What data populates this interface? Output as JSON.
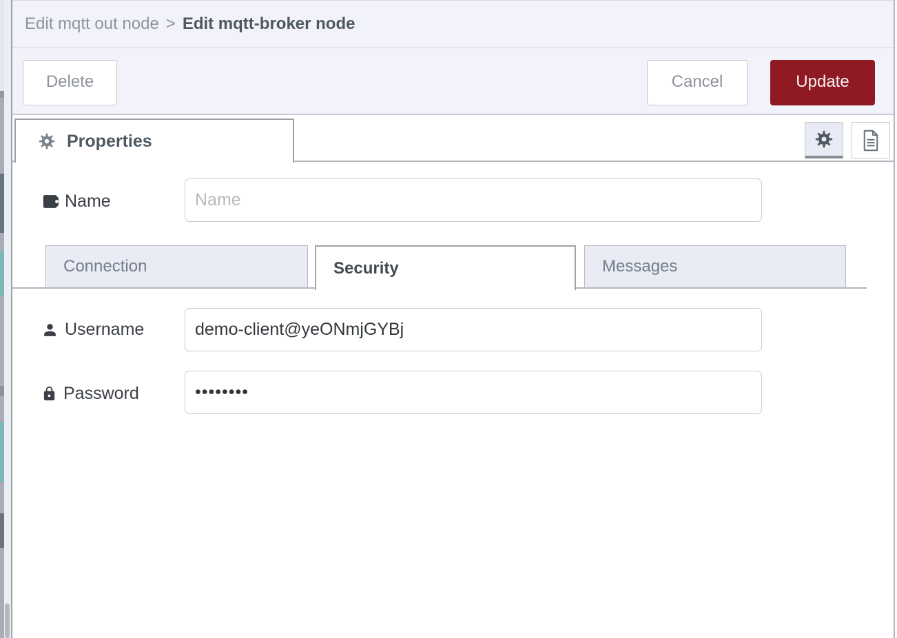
{
  "breadcrumb": {
    "parent": "Edit mqtt out node",
    "separator": ">",
    "current": "Edit mqtt-broker node"
  },
  "toolbar": {
    "delete_label": "Delete",
    "cancel_label": "Cancel",
    "update_label": "Update"
  },
  "panel": {
    "properties_tab_label": "Properties"
  },
  "form": {
    "name": {
      "label": "Name",
      "placeholder": "Name",
      "value": ""
    },
    "tabs": [
      {
        "label": "Connection",
        "active": false
      },
      {
        "label": "Security",
        "active": true
      },
      {
        "label": "Messages",
        "active": false
      }
    ],
    "username": {
      "label": "Username",
      "value": "demo-client@yeONmjGYBj"
    },
    "password": {
      "label": "Password",
      "value": "••••••••"
    }
  },
  "icons": {
    "properties_tab": "gear-icon",
    "panel_settings": "gear-icon",
    "panel_info": "document-icon",
    "name_field": "tag-icon",
    "username_field": "user-icon",
    "password_field": "lock-icon"
  },
  "colors": {
    "primary_button_bg": "#8F1A24",
    "header_bg": "#F2F3FA",
    "tab_inactive_bg": "#E9EBF5",
    "active_text": "#414B54",
    "muted_text": "#8E929C",
    "workspace_teal": "#7CB7BA"
  }
}
